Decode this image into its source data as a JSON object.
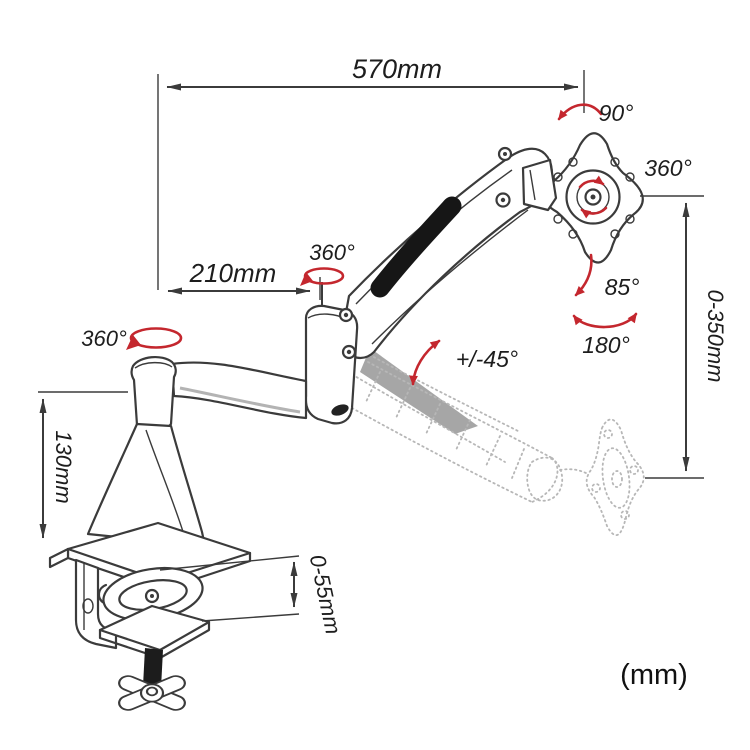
{
  "annotations": {
    "top_reach": "570mm",
    "mid_reach": "210mm",
    "base_height": "130mm",
    "height_adjust_range": "0-350mm",
    "clamp_thickness_range": "0-55mm",
    "vesa_rotate": "90°",
    "vesa_spin": "360°",
    "vesa_tilt": "85°",
    "vesa_swivel": "180°",
    "spring_arm_tilt": "+/-45°",
    "elbow_swivel": "360°",
    "base_swivel": "360°",
    "unit_note": "(mm)"
  },
  "colors": {
    "line": "#3b3b3b",
    "accent_red": "#c4272e",
    "ghost": "#b7b7b7",
    "background": "#ffffff"
  }
}
